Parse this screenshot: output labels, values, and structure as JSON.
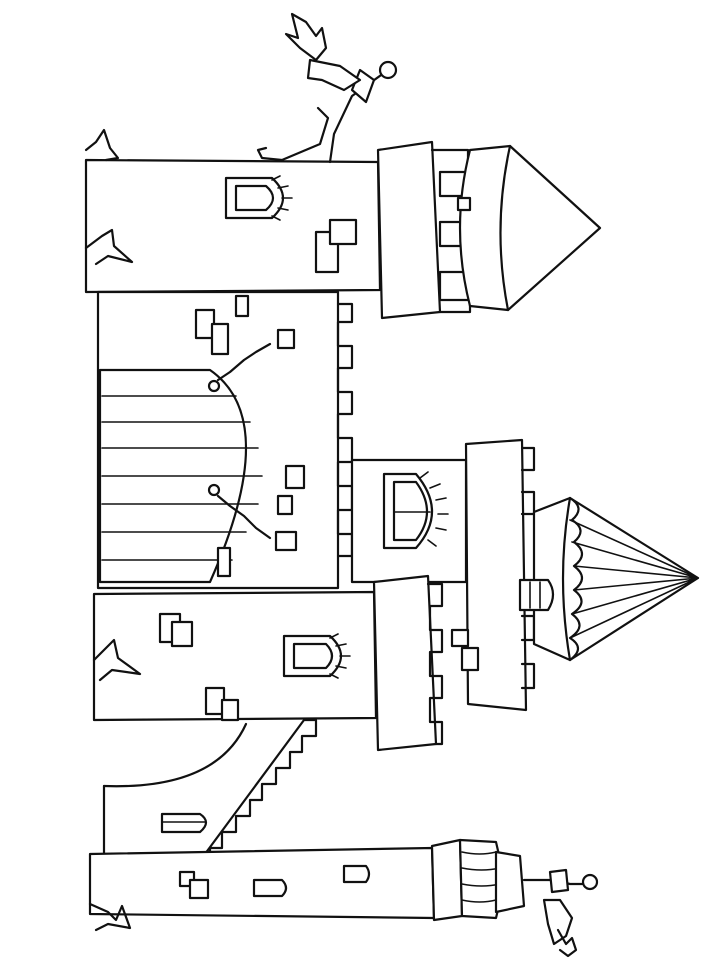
{
  "image": {
    "kind": "coloring-page",
    "subject": "castle",
    "orientation": "rotated-90-clockwise",
    "colors": {
      "ink": "#111111",
      "paper": "#ffffff"
    }
  }
}
